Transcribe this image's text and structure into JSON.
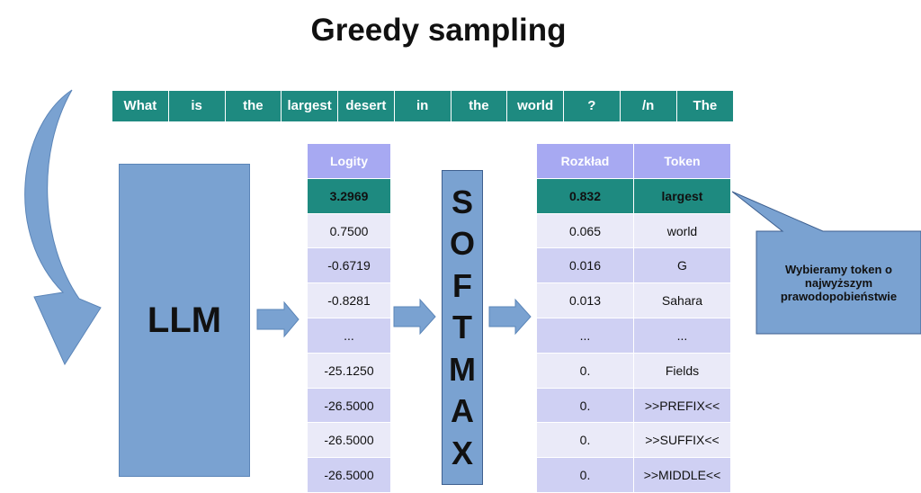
{
  "title": "Greedy sampling",
  "tokens": [
    "What",
    "is",
    "the",
    "largest",
    "desert",
    "in",
    "the",
    "world",
    "?",
    "/n",
    "The"
  ],
  "llm_label": "LLM",
  "softmax_letters": [
    "S",
    "O",
    "F",
    "T",
    "M",
    "A",
    "X"
  ],
  "logits": {
    "header": "Logity",
    "values": [
      "3.2969",
      "0.7500",
      "-0.6719",
      "-0.8281",
      "...",
      "-25.1250",
      "-26.5000",
      "-26.5000",
      "-26.5000"
    ]
  },
  "distribution": {
    "headers": [
      "Rozkład",
      "Token"
    ],
    "rows": [
      [
        "0.832",
        "largest"
      ],
      [
        "0.065",
        "world"
      ],
      [
        "0.016",
        "G"
      ],
      [
        "0.013",
        "Sahara"
      ],
      [
        "...",
        "..."
      ],
      [
        "0.",
        "Fields"
      ],
      [
        "0.",
        ">>PREFIX<<"
      ],
      [
        "0.",
        ">>SUFFIX<<"
      ],
      [
        "0.",
        ">>MIDDLE<<"
      ]
    ]
  },
  "callout": "Wybieramy token o najwyższym prawodopobieństwie",
  "colors": {
    "teal": "#1e8a80",
    "blue": "#7aa2d1",
    "header_purple": "#a7a9f2",
    "row_light": "#eaeaf8",
    "row_dark": "#cfd0f3"
  }
}
